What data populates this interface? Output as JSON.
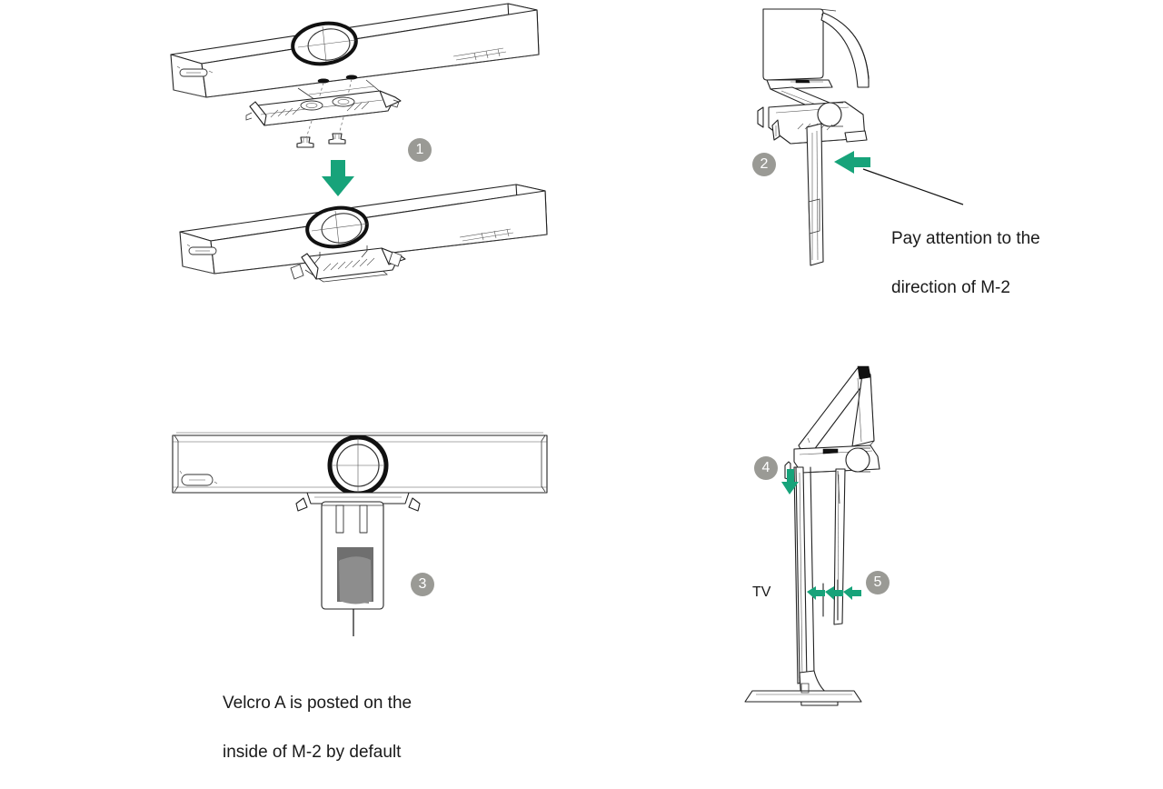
{
  "document": {
    "type": "installation-diagram",
    "title": "Camera bar TV mount installation steps",
    "background_color": "#ffffff"
  },
  "colors": {
    "arrow_green": "#17a37a",
    "badge_gray": "#9a9a95",
    "badge_text": "#ffffff",
    "line": "#222222",
    "velcro_dark": "#6f6f6f",
    "velcro_light": "#8d8d8d",
    "text": "#1a1a1a"
  },
  "steps": [
    {
      "id": "1",
      "label": "1"
    },
    {
      "id": "2",
      "label": "2"
    },
    {
      "id": "3",
      "label": "3"
    },
    {
      "id": "4",
      "label": "4"
    },
    {
      "id": "5",
      "label": "5"
    }
  ],
  "panels": {
    "step1": {
      "badge": "1",
      "arrow_direction": "down",
      "parts": [
        "camera-bar",
        "mount-bracket",
        "thumb-screw",
        "thumb-screw"
      ]
    },
    "step2": {
      "badge": "2",
      "arrow_direction": "left",
      "note": "Pay attention to the\ndirection of M-2",
      "note_line1": "Pay attention to the",
      "note_line2": "direction of M-2"
    },
    "step3": {
      "badge": "3",
      "note": "Velcro A is posted on the\ninside of M-2 by default",
      "note_line1": "Velcro A is posted on the",
      "note_line2": "inside of M-2 by default",
      "parts": [
        "camera-bar-front",
        "mount-plate",
        "velcro-patch"
      ]
    },
    "step45": {
      "badge_4": "4",
      "badge_5": "5",
      "arrow_4_direction": "down",
      "arrow_5_direction": "left",
      "tv_label": "TV"
    }
  },
  "icons": {
    "arrow_down": "arrow-down-icon",
    "arrow_left": "arrow-left-icon",
    "camera_lens": "camera-lens-icon",
    "brand_badge": "brand-logo-icon"
  }
}
